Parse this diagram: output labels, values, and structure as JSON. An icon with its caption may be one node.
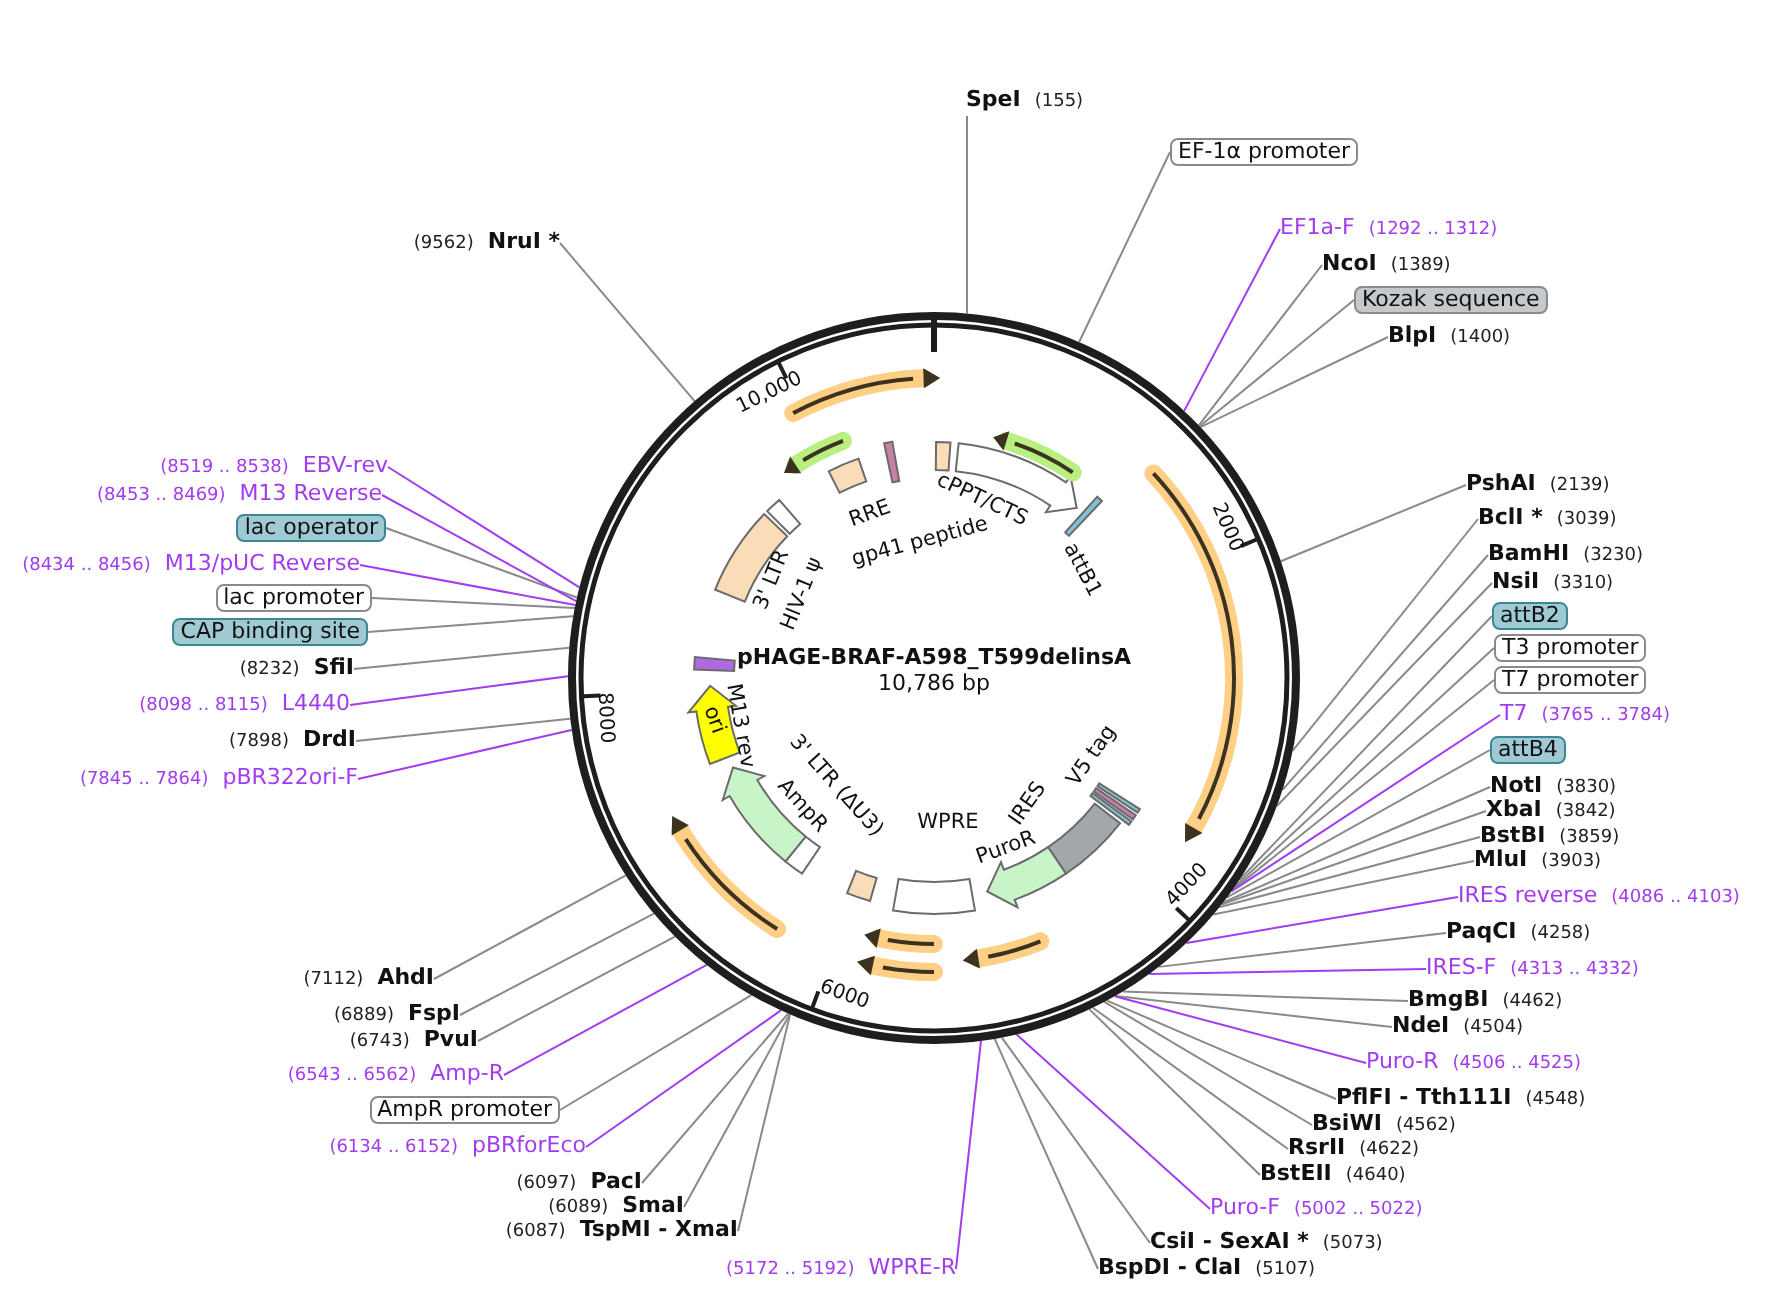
{
  "diagram": {
    "nodes": [
      {
        "text": [
          "pHAGE-BRAF-A598_T599delinsA",
          "10,786 bp"
        ]
      },
      {
        "text": [
          "(9562)",
          "NruI *"
        ]
      },
      {
        "text": [
          "SpeI",
          "(155)"
        ]
      },
      {
        "text": [
          "EF-1α promoter"
        ]
      },
      {
        "text": [
          "EF1a-F",
          "(1292 .. 1312)"
        ]
      },
      {
        "text": [
          "NcoI",
          "(1389)"
        ]
      },
      {
        "text": [
          "Kozak sequence"
        ]
      },
      {
        "text": [
          "BlpI",
          "(1400)"
        ]
      },
      {
        "text": [
          "PshAI",
          "(2139)"
        ]
      },
      {
        "text": [
          "BclI *",
          "(3039)"
        ]
      },
      {
        "text": [
          "BamHI",
          "(3230)"
        ]
      },
      {
        "text": [
          "NsiI",
          "(3310)"
        ]
      },
      {
        "text": [
          "attB2"
        ]
      },
      {
        "text": [
          "T3 promoter"
        ]
      },
      {
        "text": [
          "T7 promoter"
        ]
      },
      {
        "text": [
          "T7",
          "(3765 .. 3784)"
        ]
      },
      {
        "text": [
          "attB4"
        ]
      },
      {
        "text": [
          "NotI",
          "(3830)"
        ]
      },
      {
        "text": [
          "XbaI",
          "(3842)"
        ]
      },
      {
        "text": [
          "BstBI",
          "(3859)"
        ]
      },
      {
        "text": [
          "MluI",
          "(3903)"
        ]
      },
      {
        "text": [
          "IRES reverse",
          "(4086 .. 4103)"
        ]
      },
      {
        "text": [
          "PaqCI",
          "(4258)"
        ]
      },
      {
        "text": [
          "IRES-F",
          "(4313 .. 4332)"
        ]
      },
      {
        "text": [
          "BmgBI",
          "(4462)"
        ]
      },
      {
        "text": [
          "NdeI",
          "(4504)"
        ]
      },
      {
        "text": [
          "Puro-R",
          "(4506 .. 4525)"
        ]
      },
      {
        "text": [
          "PflFI - Tth111I",
          "(4548)"
        ]
      },
      {
        "text": [
          "BsiWI",
          "(4562)"
        ]
      },
      {
        "text": [
          "RsrII",
          "(4622)"
        ]
      },
      {
        "text": [
          "BstEII",
          "(4640)"
        ]
      },
      {
        "text": [
          "Puro-F",
          "(5002 .. 5022)"
        ]
      },
      {
        "text": [
          "CsiI - SexAI *",
          "(5073)"
        ]
      },
      {
        "text": [
          "BspDI - ClaI",
          "(5107)"
        ]
      },
      {
        "text": [
          "(5172 .. 5192)",
          "WPRE-R"
        ]
      },
      {
        "text": [
          "(6087)",
          "TspMI - XmaI"
        ]
      },
      {
        "text": [
          "(6089)",
          "SmaI"
        ]
      },
      {
        "text": [
          "(6097)",
          "PacI"
        ]
      },
      {
        "text": [
          "(6134 .. 6152)",
          "pBRforEco"
        ]
      },
      {
        "text": [
          "AmpR promoter"
        ]
      },
      {
        "text": [
          "(6543 .. 6562)",
          "Amp-R"
        ]
      },
      {
        "text": [
          "(6743)",
          "PvuI"
        ]
      },
      {
        "text": [
          "(6889)",
          "FspI"
        ]
      },
      {
        "text": [
          "(7112)",
          "AhdI"
        ]
      },
      {
        "text": [
          "(7845 .. 7864)",
          "pBR322ori-F"
        ]
      },
      {
        "text": [
          "(7898)",
          "DrdI"
        ]
      },
      {
        "text": [
          "(8098 .. 8115)",
          "L4440"
        ]
      },
      {
        "text": [
          "(8232)",
          "SfiI"
        ]
      },
      {
        "text": [
          "CAP binding site"
        ]
      },
      {
        "text": [
          "lac promoter"
        ]
      },
      {
        "text": [
          "(8434 .. 8456)",
          "M13/pUC Reverse"
        ]
      },
      {
        "text": [
          "lac operator"
        ]
      },
      {
        "text": [
          "(8453 .. 8469)",
          "M13 Reverse"
        ]
      },
      {
        "text": [
          "(8519 .. 8538)",
          "EBV-rev"
        ]
      }
    ],
    "edges": [
      {
        "from": 1,
        "to": 0,
        "arrow": "none"
      },
      {
        "from": 2,
        "to": 0,
        "arrow": "none"
      },
      {
        "from": 3,
        "to": 0,
        "arrow": "none"
      },
      {
        "from": 4,
        "to": 0,
        "arrow": "none",
        "color": "#a23cf0"
      },
      {
        "from": 5,
        "to": 0,
        "arrow": "none"
      },
      {
        "from": 6,
        "to": 0,
        "arrow": "none"
      },
      {
        "from": 7,
        "to": 0,
        "arrow": "none"
      },
      {
        "from": 8,
        "to": 0,
        "arrow": "none"
      },
      {
        "from": 9,
        "to": 0,
        "arrow": "none"
      },
      {
        "from": 10,
        "to": 0,
        "arrow": "none"
      },
      {
        "from": 11,
        "to": 0,
        "arrow": "none"
      },
      {
        "from": 12,
        "to": 0,
        "arrow": "none"
      },
      {
        "from": 13,
        "to": 0,
        "arrow": "none"
      },
      {
        "from": 14,
        "to": 0,
        "arrow": "none"
      },
      {
        "from": 15,
        "to": 0,
        "arrow": "none",
        "color": "#a23cf0"
      },
      {
        "from": 16,
        "to": 0,
        "arrow": "none"
      },
      {
        "from": 17,
        "to": 0,
        "arrow": "none"
      },
      {
        "from": 18,
        "to": 0,
        "arrow": "none"
      },
      {
        "from": 19,
        "to": 0,
        "arrow": "none"
      },
      {
        "from": 20,
        "to": 0,
        "arrow": "none"
      },
      {
        "from": 21,
        "to": 0,
        "arrow": "none",
        "color": "#a23cf0"
      },
      {
        "from": 22,
        "to": 0,
        "arrow": "none"
      },
      {
        "from": 23,
        "to": 0,
        "arrow": "none",
        "color": "#a23cf0"
      },
      {
        "from": 24,
        "to": 0,
        "arrow": "none"
      },
      {
        "from": 25,
        "to": 0,
        "arrow": "none"
      },
      {
        "from": 26,
        "to": 0,
        "arrow": "none",
        "color": "#a23cf0"
      },
      {
        "from": 27,
        "to": 0,
        "arrow": "none"
      },
      {
        "from": 28,
        "to": 0,
        "arrow": "none"
      },
      {
        "from": 29,
        "to": 0,
        "arrow": "none"
      },
      {
        "from": 30,
        "to": 0,
        "arrow": "none"
      },
      {
        "from": 31,
        "to": 0,
        "arrow": "none",
        "color": "#a23cf0"
      },
      {
        "from": 32,
        "to": 0,
        "arrow": "none"
      },
      {
        "from": 33,
        "to": 0,
        "arrow": "none"
      },
      {
        "from": 34,
        "to": 0,
        "arrow": "none",
        "color": "#a23cf0"
      },
      {
        "from": 35,
        "to": 0,
        "arrow": "none"
      },
      {
        "from": 36,
        "to": 0,
        "arrow": "none"
      },
      {
        "from": 37,
        "to": 0,
        "arrow": "none"
      },
      {
        "from": 38,
        "to": 0,
        "arrow": "none",
        "color": "#a23cf0"
      },
      {
        "from": 39,
        "to": 0,
        "arrow": "none"
      },
      {
        "from": 40,
        "to": 0,
        "arrow": "none",
        "color": "#a23cf0"
      },
      {
        "from": 41,
        "to": 0,
        "arrow": "none"
      },
      {
        "from": 42,
        "to": 0,
        "arrow": "none"
      },
      {
        "from": 43,
        "to": 0,
        "arrow": "none"
      },
      {
        "from": 44,
        "to": 0,
        "arrow": "none",
        "color": "#a23cf0"
      },
      {
        "from": 45,
        "to": 0,
        "arrow": "none"
      },
      {
        "from": 46,
        "to": 0,
        "arrow": "none",
        "color": "#a23cf0"
      },
      {
        "from": 47,
        "to": 0,
        "arrow": "none"
      },
      {
        "from": 48,
        "to": 0,
        "arrow": "none"
      },
      {
        "from": 49,
        "to": 0,
        "arrow": "none"
      },
      {
        "from": 50,
        "to": 0,
        "arrow": "none",
        "color": "#a23cf0"
      },
      {
        "from": 51,
        "to": 0,
        "arrow": "none"
      },
      {
        "from": 52,
        "to": 0,
        "arrow": "none",
        "color": "#a23cf0"
      },
      {
        "from": 53,
        "to": 0,
        "arrow": "none",
        "color": "#a23cf0"
      }
    ],
    "labels": [
      "10,000",
      "2000",
      "4000",
      "6000",
      "8000",
      "3' LTR",
      "HIV-1 ψ",
      "RRE",
      "gp41 peptide",
      "cPPT/CTS",
      "attB1",
      "M13 rev",
      "ori",
      "V5 tag",
      "IRES",
      "PuroR",
      "WPRE",
      "3' LTR (ΔU3)",
      "AmpR"
    ]
  }
}
